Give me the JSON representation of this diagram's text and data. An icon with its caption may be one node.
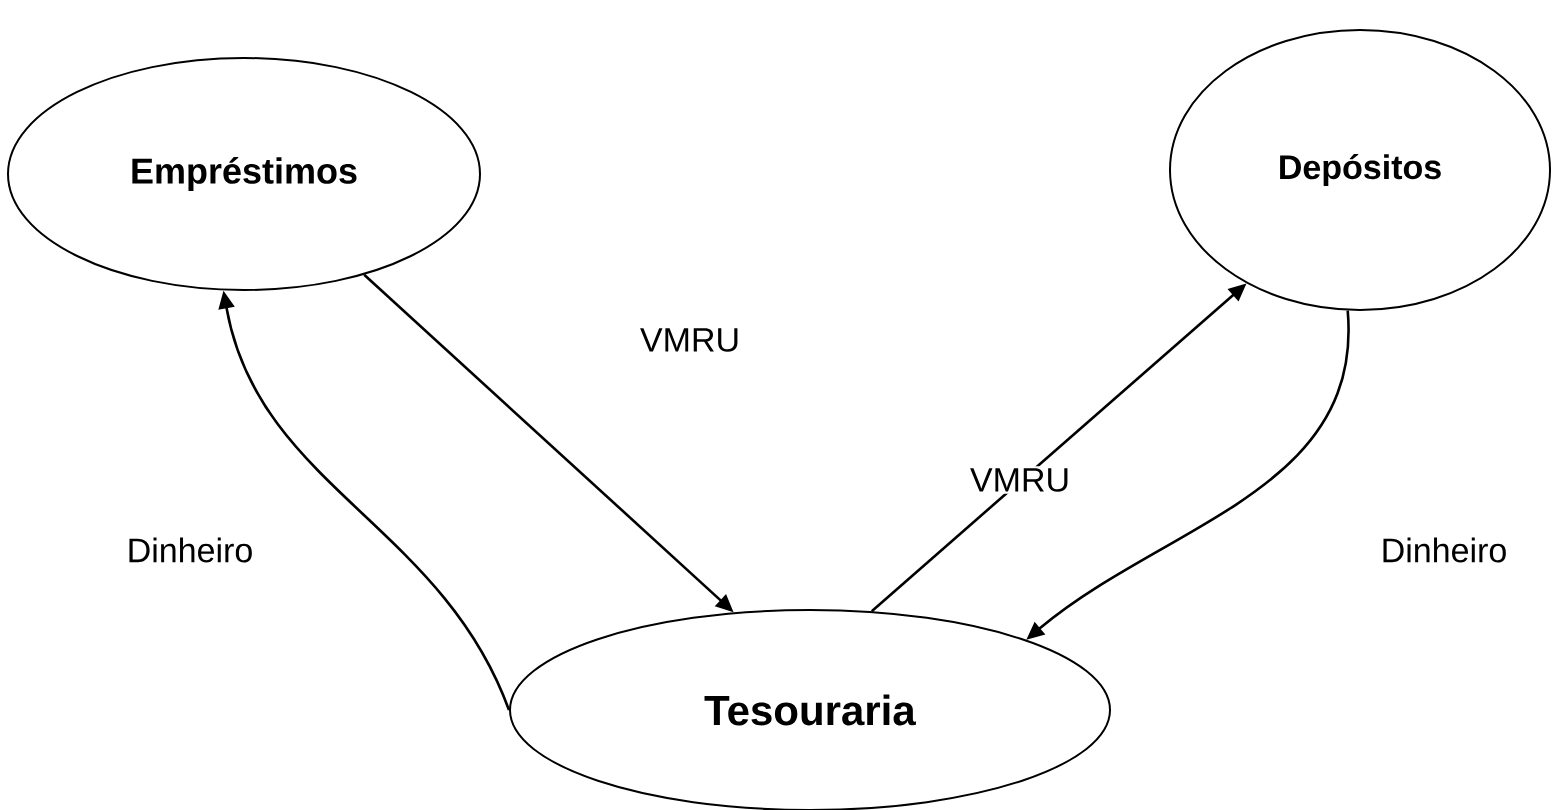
{
  "diagram": {
    "nodes": [
      {
        "text": [
          "**Empréstimos**"
        ]
      },
      {
        "text": [
          "**Depósitos**"
        ]
      },
      {
        "text": [
          "**Tesouraria**"
        ]
      }
    ],
    "edges": [
      {
        "from": 0,
        "to": 2,
        "arrow": "to",
        "label": "VMRU"
      },
      {
        "from": 2,
        "to": 0,
        "arrow": "to",
        "label": "Dinheiro"
      },
      {
        "from": 2,
        "to": 1,
        "arrow": "to",
        "label": "VMRU"
      },
      {
        "from": 1,
        "to": 2,
        "arrow": "to",
        "label": "Dinheiro"
      }
    ]
  }
}
